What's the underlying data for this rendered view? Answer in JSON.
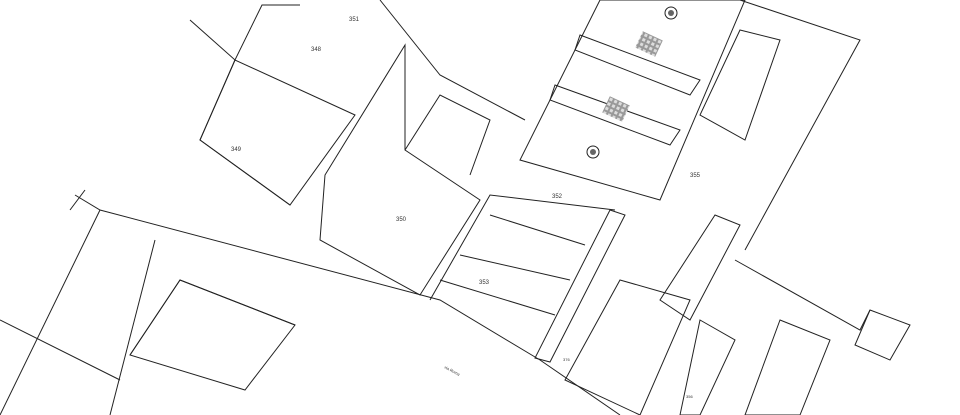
{
  "plan": {
    "parcels": {
      "p348": "348",
      "p349": "349",
      "p350": "350",
      "p351": "351",
      "p352": "352",
      "p353": "353",
      "p355": "355",
      "p376": "376",
      "p356": "356"
    },
    "street": "via Roma"
  }
}
